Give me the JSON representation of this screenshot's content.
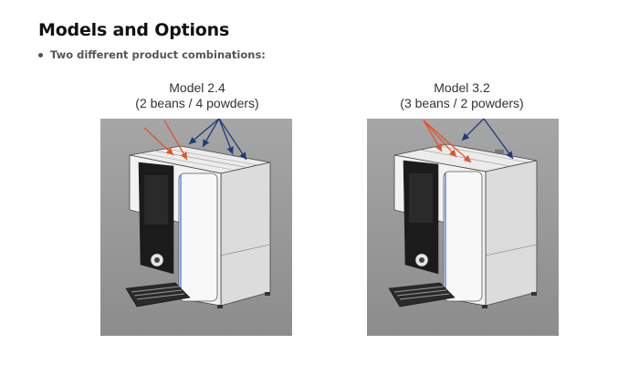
{
  "slide": {
    "title": "Models and Options",
    "bullet": "Two different product combinations:"
  },
  "models": [
    {
      "name": "Model 2.4",
      "detail": "(2 beans / 4 powders)",
      "beans": 2,
      "powders": 4
    },
    {
      "name": "Model 3.2",
      "detail": "(3 beans / 2 powders)",
      "beans": 3,
      "powders": 2
    }
  ],
  "colors": {
    "bean_arrow": "#e2532a",
    "powder_arrow": "#1f3a7a",
    "photo_bg": "#999999"
  }
}
